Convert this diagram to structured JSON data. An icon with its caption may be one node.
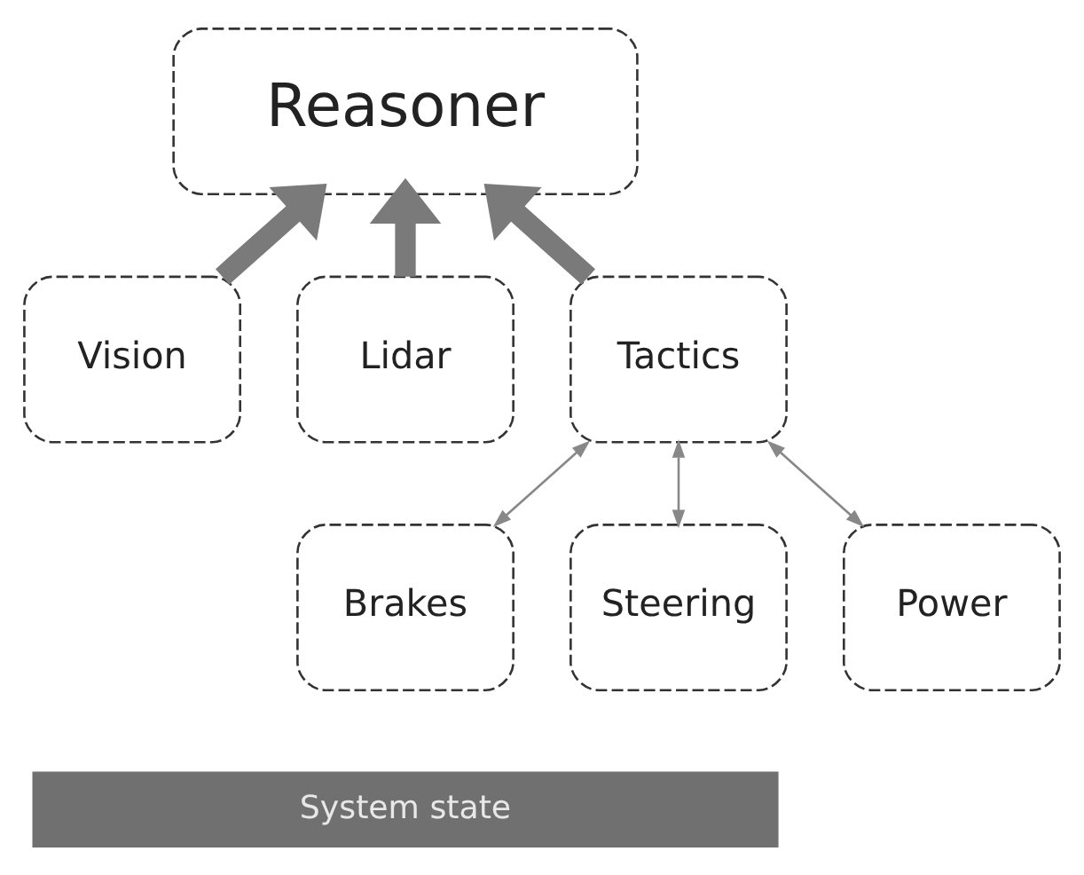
{
  "diagram": {
    "nodes": [
      {
        "text": [
          "Reasoner"
        ]
      },
      {
        "text": [
          "Vision"
        ]
      },
      {
        "text": [
          "Lidar"
        ]
      },
      {
        "text": [
          "Tactics"
        ]
      },
      {
        "text": [
          "Brakes"
        ]
      },
      {
        "text": [
          "Steering"
        ]
      },
      {
        "text": [
          "Power"
        ]
      },
      {
        "text": [
          "System state"
        ]
      }
    ],
    "edges": [
      {
        "from": 1,
        "to": 0,
        "arrow": "to",
        "style": "thick"
      },
      {
        "from": 2,
        "to": 0,
        "arrow": "to",
        "style": "thick"
      },
      {
        "from": 3,
        "to": 0,
        "arrow": "to",
        "style": "thick"
      },
      {
        "from": 3,
        "to": 4,
        "arrow": "both"
      },
      {
        "from": 3,
        "to": 5,
        "arrow": "both"
      },
      {
        "from": 3,
        "to": 6,
        "arrow": "both"
      }
    ]
  }
}
